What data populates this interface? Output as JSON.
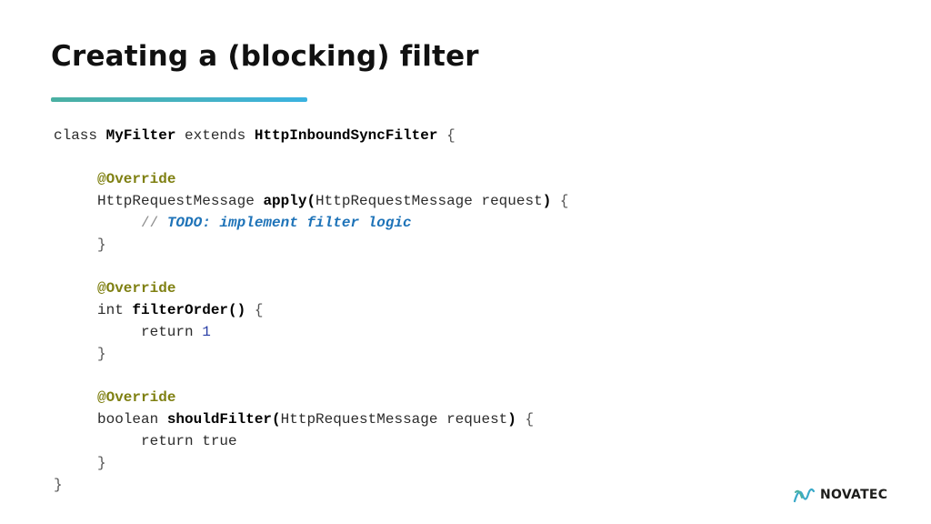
{
  "slide": {
    "title": "Creating a (blocking) filter",
    "accent_colors": [
      "#4ab0a2",
      "#3ab2e0"
    ]
  },
  "code": {
    "l1": {
      "kw_class": "class ",
      "name": "MyFilter",
      "kw_extends": " extends ",
      "parent": "HttpInboundSyncFilter",
      "brace": " {"
    },
    "l3": {
      "annotation": "@Override"
    },
    "l4": {
      "type": "HttpRequestMessage ",
      "method": "apply(",
      "params": "HttpRequestMessage request",
      "close": ")",
      "brace": " {"
    },
    "l5": {
      "slashes": "// ",
      "todo": "TODO: implement filter logic"
    },
    "l6": {
      "brace": "}"
    },
    "l8": {
      "annotation": "@Override"
    },
    "l9": {
      "type": "int ",
      "method": "filterOrder()",
      "brace": " {"
    },
    "l10": {
      "kw_return": "return ",
      "value": "1"
    },
    "l11": {
      "brace": "}"
    },
    "l13": {
      "annotation": "@Override"
    },
    "l14": {
      "type": "boolean ",
      "method": "shouldFilter(",
      "params": "HttpRequestMessage request",
      "close": ")",
      "brace": " {"
    },
    "l15": {
      "stmt": "return true"
    },
    "l16": {
      "brace": "}"
    },
    "l17": {
      "brace": "}"
    }
  },
  "logo": {
    "text": "NOVATEC",
    "icon": "novatec-logo-icon"
  }
}
